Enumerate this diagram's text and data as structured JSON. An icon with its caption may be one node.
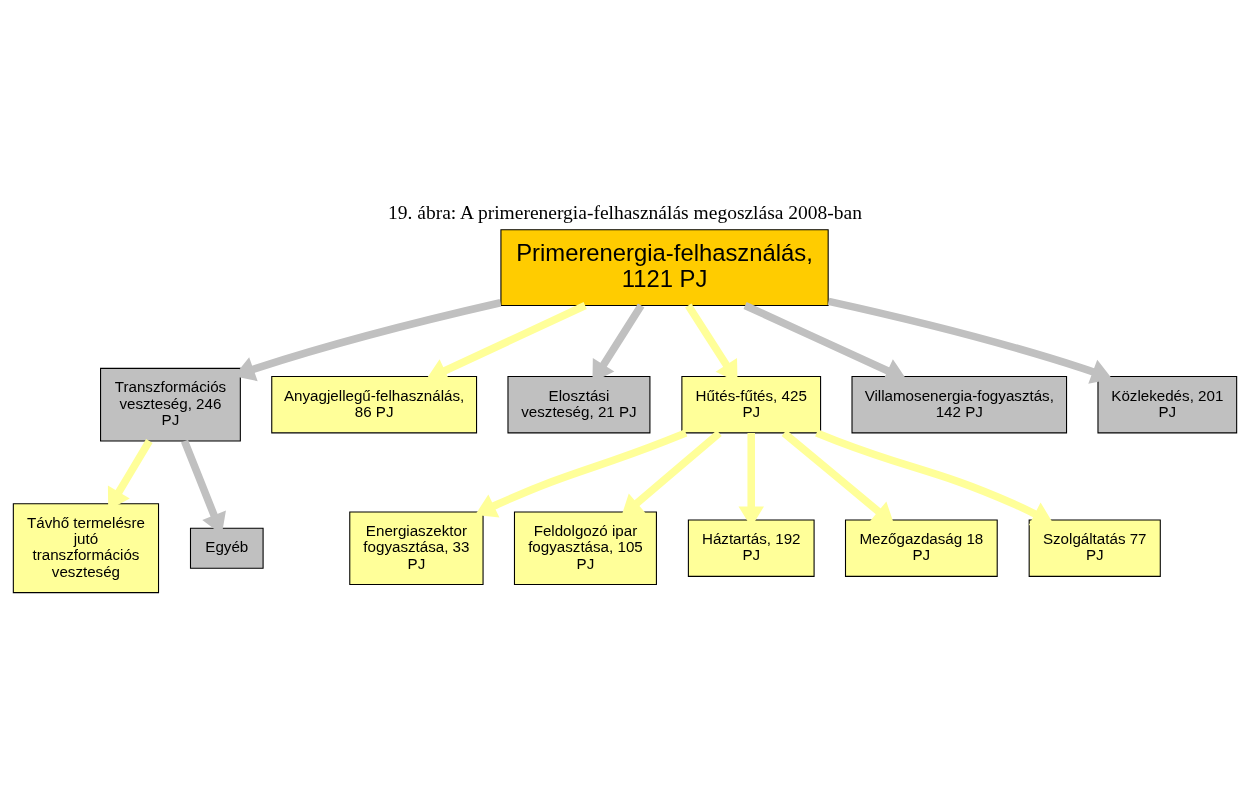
{
  "diagram": {
    "title": "19. ábra: A primerenergia-felhasználás megoszlása 2008-ban",
    "nodes": [
      {
        "text": [
          "Primerenergia-felhasználás, 1121 PJ"
        ]
      },
      {
        "text": [
          "Transzformációs veszteség, 246 PJ"
        ]
      },
      {
        "text": [
          "Anyagjellegű-felhasználás, 86 PJ"
        ]
      },
      {
        "text": [
          "Elosztási veszteség, 21 PJ"
        ]
      },
      {
        "text": [
          "Hűtés-fűtés, 425 PJ"
        ]
      },
      {
        "text": [
          "Villamosenergia-fogyasztás, 142 PJ"
        ]
      },
      {
        "text": [
          "Közlekedés, 201 PJ"
        ]
      },
      {
        "text": [
          "Távhő termelésre jutó transzformációs veszteség"
        ]
      },
      {
        "text": [
          "Egyéb"
        ]
      },
      {
        "text": [
          "Energiaszektor fogyasztása, 33 PJ"
        ]
      },
      {
        "text": [
          "Feldolgozó ipar fogyasztása, 105 PJ"
        ]
      },
      {
        "text": [
          "Háztartás, 192 PJ"
        ]
      },
      {
        "text": [
          "Mezőgazdaság 18 PJ"
        ]
      },
      {
        "text": [
          "Szolgáltatás 77 PJ"
        ]
      }
    ],
    "edges": [
      {
        "from": 0,
        "to": 1,
        "arrow": "to",
        "color": "#c0c0c0"
      },
      {
        "from": 0,
        "to": 2,
        "arrow": "to"
      },
      {
        "from": 0,
        "to": 3,
        "arrow": "to",
        "color": "#c0c0c0"
      },
      {
        "from": 0,
        "to": 4,
        "arrow": "to"
      },
      {
        "from": 0,
        "to": 5,
        "arrow": "to",
        "color": "#c0c0c0"
      },
      {
        "from": 0,
        "to": 6,
        "arrow": "to",
        "color": "#c0c0c0"
      },
      {
        "from": 1,
        "to": 7,
        "arrow": "to"
      },
      {
        "from": 1,
        "to": 8,
        "arrow": "to",
        "color": "#c0c0c0"
      },
      {
        "from": 4,
        "to": 9,
        "arrow": "to"
      },
      {
        "from": 4,
        "to": 10,
        "arrow": "to"
      },
      {
        "from": 4,
        "to": 11,
        "arrow": "to"
      },
      {
        "from": 4,
        "to": 12,
        "arrow": "to"
      },
      {
        "from": 4,
        "to": 13,
        "arrow": "to"
      }
    ]
  }
}
